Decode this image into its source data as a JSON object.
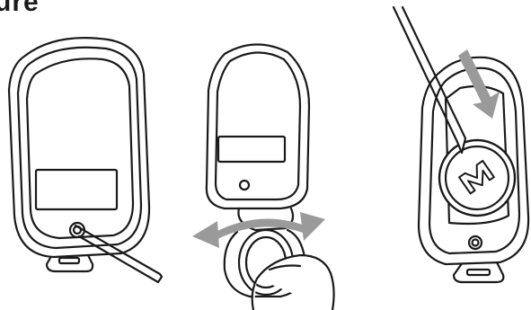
{
  "heading": "ure",
  "steps": [
    {
      "id": "step-1",
      "action": "insert-tool-into-keyhole"
    },
    {
      "id": "step-2",
      "action": "twist-to-open"
    },
    {
      "id": "step-3",
      "action": "pry-out-battery"
    }
  ],
  "battery_mark": "M",
  "colors": {
    "line": "#1a1a1a",
    "arrow": "#9a9a9a",
    "fill": "#ffffff"
  }
}
